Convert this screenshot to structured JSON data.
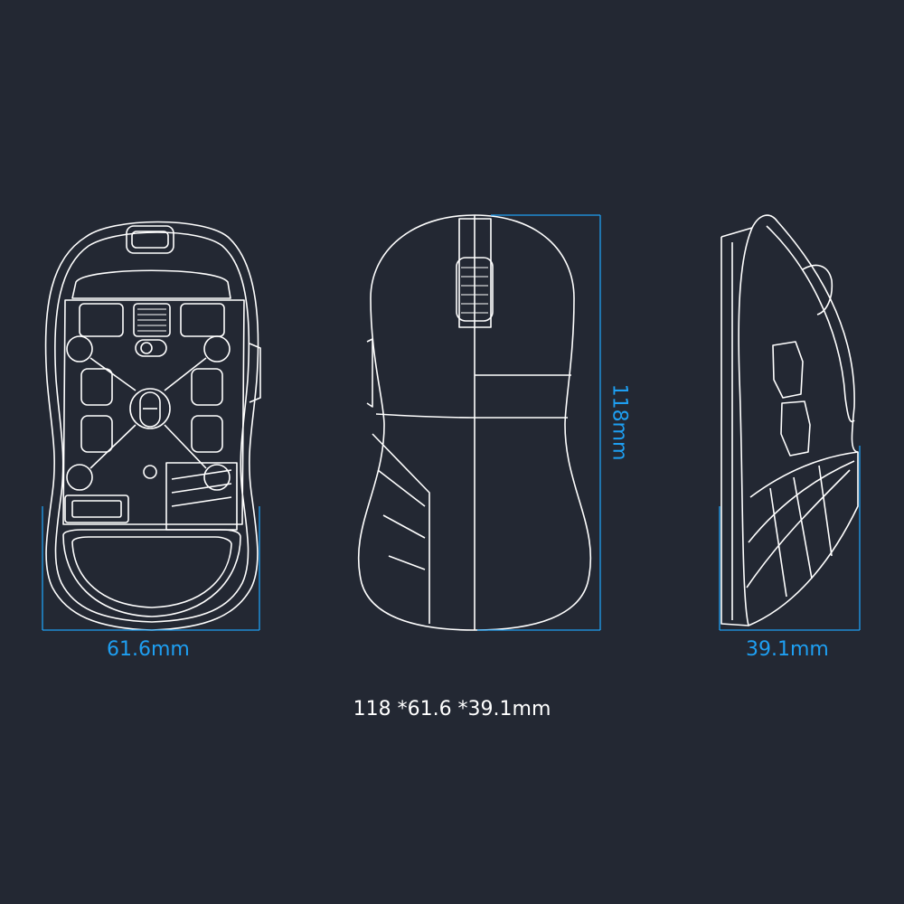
{
  "dimensions": {
    "width_label": "61.6mm",
    "length_label": "118mm",
    "height_label": "39.1mm",
    "summary": "118 *61.6 *39.1mm"
  },
  "colors": {
    "background": "#232833",
    "line_art": "#ffffff",
    "dimension_accent": "#1e9ff2"
  }
}
